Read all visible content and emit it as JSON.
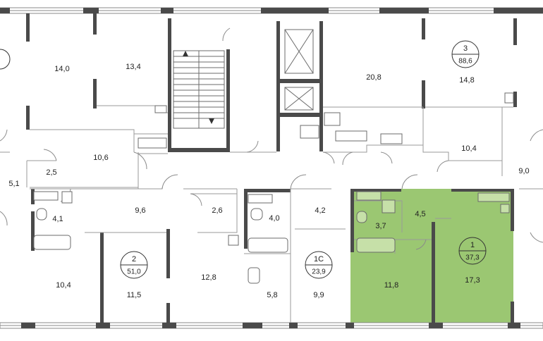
{
  "plan": {
    "highlight_color": "#9bc772",
    "rooms": [
      {
        "id": "r1",
        "label": "14,0"
      },
      {
        "id": "r2",
        "label": "13,4"
      },
      {
        "id": "r3",
        "label": "20,8"
      },
      {
        "id": "r4",
        "label": "14,8"
      },
      {
        "id": "r5",
        "label": "10,6"
      },
      {
        "id": "r6",
        "label": "2,5"
      },
      {
        "id": "r7",
        "label": "5,1"
      },
      {
        "id": "r8",
        "label": "10,4"
      },
      {
        "id": "r9",
        "label": "9,0"
      },
      {
        "id": "r10",
        "label": "4,1"
      },
      {
        "id": "r11",
        "label": "9,6"
      },
      {
        "id": "r12",
        "label": "2,6"
      },
      {
        "id": "r13",
        "label": "4,0"
      },
      {
        "id": "r14",
        "label": "4,2"
      },
      {
        "id": "r15",
        "label": "4,5"
      },
      {
        "id": "r16",
        "label": "3,7"
      },
      {
        "id": "r17",
        "label": "10,4"
      },
      {
        "id": "r18",
        "label": "11,5"
      },
      {
        "id": "r19",
        "label": "12,8"
      },
      {
        "id": "r20",
        "label": "5,8"
      },
      {
        "id": "r21",
        "label": "9,9"
      },
      {
        "id": "r22",
        "label": "11,8"
      },
      {
        "id": "r23",
        "label": "17,3"
      }
    ],
    "apartments": [
      {
        "id": "a3",
        "number": "3",
        "area": "88,6"
      },
      {
        "id": "a2",
        "number": "2",
        "area": "51,0"
      },
      {
        "id": "a1c",
        "number": "1С",
        "area": "23,9"
      },
      {
        "id": "a1",
        "number": "1",
        "area": "37,3"
      }
    ]
  }
}
